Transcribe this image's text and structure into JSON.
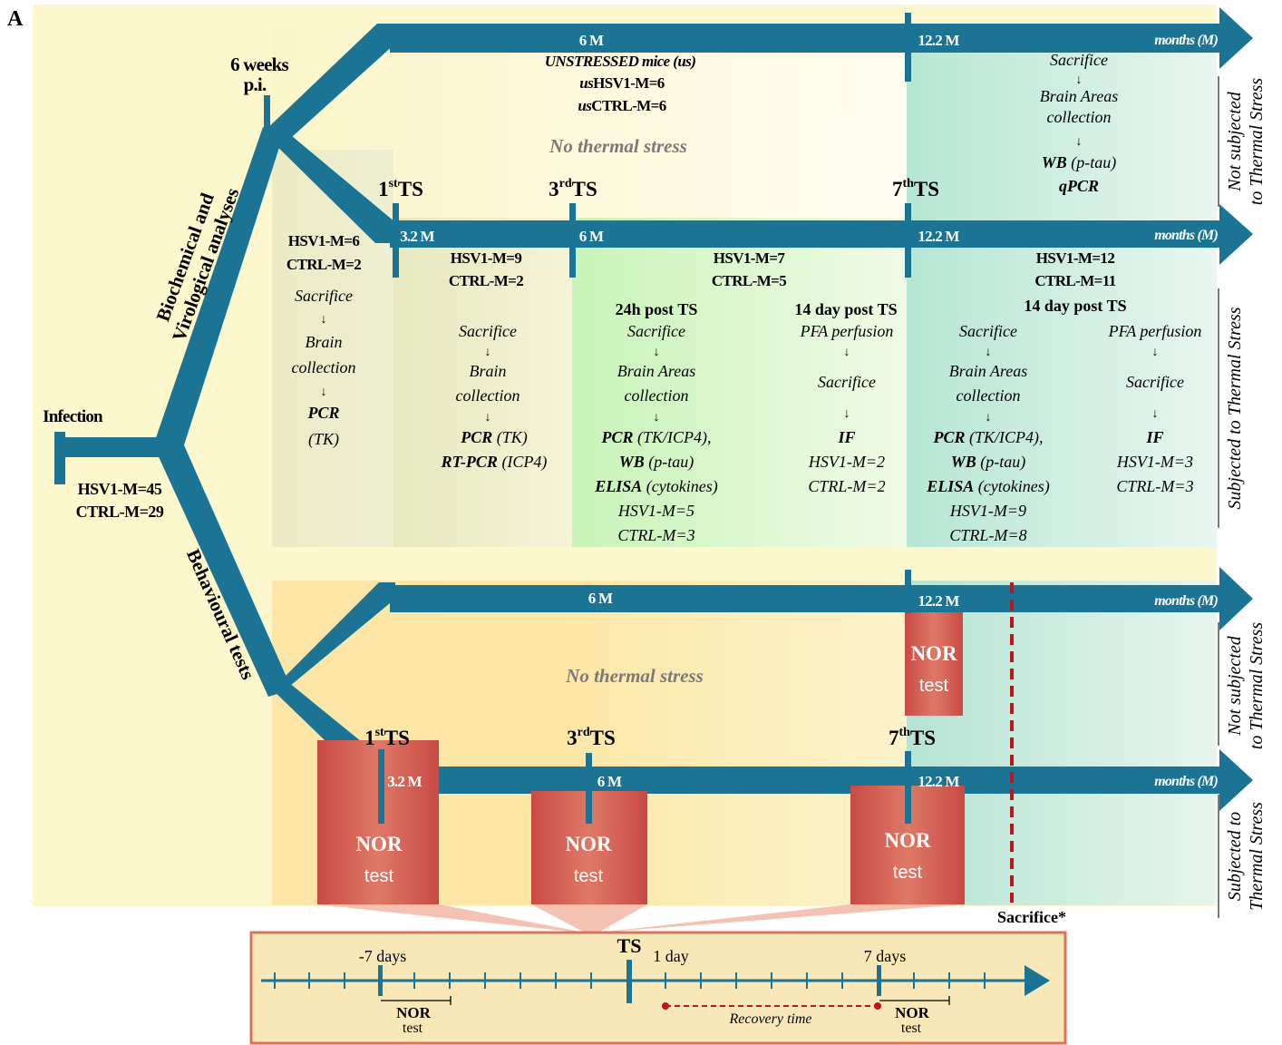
{
  "panel_letter": "A",
  "infection": {
    "label": "Infection",
    "n1": "HSV1-M=45",
    "n2": "CTRL-M=29"
  },
  "six_weeks": {
    "l1": "6 weeks",
    "l2": "p.i."
  },
  "branch_labels": {
    "bio_l1": "Biochemical and",
    "bio_l2": "Virological analyses",
    "behav": "Behavioural tests"
  },
  "axis": {
    "months": "months (M)",
    "m32": "3.2 M",
    "m6": "6 M",
    "m122": "12.2 M",
    "m6_top": "6 M",
    "m122_top": "12.2 M"
  },
  "ts": {
    "first_base": "1",
    "first_sup": "st",
    "third_base": "3",
    "third_sup": "rd",
    "seventh_base": "7",
    "seventh_sup": "th",
    "suffix": "TS"
  },
  "unstressed": {
    "title": "UNSTRESSED mice (us)",
    "us": "us",
    "hsv": "HSV1-M=6",
    "ctrl": "CTRL-M=6"
  },
  "no_stress": "No thermal stress",
  "top_right": {
    "sac": "Sacrifice",
    "arrow": "↓",
    "ba1": "Brain Areas",
    "ba2": "collection",
    "wb": "WB",
    "wb_rest": " (p-tau)",
    "qpcr": "qPCR"
  },
  "side_labels": {
    "not1": "Not subjected",
    "not2": "to Thermal Stress",
    "sub1": "Subjected to",
    "sub2": "Thermal Stress",
    "sub_long": "Subjected to Thermal Stress"
  },
  "col1": {
    "hsv": "HSV1-M=6",
    "ctrl": "CTRL-M=2",
    "sac": "Sacrifice",
    "b1": "Brain",
    "b2": "collection",
    "pcr": "PCR",
    "tk": "(TK)"
  },
  "col2": {
    "hsv": "HSV1-M=9",
    "ctrl": "CTRL-M=2",
    "sac": "Sacrifice",
    "b1": "Brain",
    "b2": "collection",
    "pcr": "PCR",
    "pcr_rest": " (TK)",
    "rtpcr": "RT-PCR",
    "rtpcr_rest": " (ICP4)"
  },
  "col3": {
    "hsv": "HSV1-M=7",
    "ctrl": "CTRL-M=5",
    "post24": "24h post TS",
    "sac": "Sacrifice",
    "ba1": "Brain Areas",
    "ba2": "collection",
    "pcr": "PCR",
    "pcr_rest": " (TK/ICP4),",
    "wb": "WB",
    "wb_rest": " (p-tau)",
    "elisa": "ELISA",
    "elisa_rest": " (cytokines)",
    "nh": "HSV1-M=5",
    "nc": "CTRL-M=3",
    "post14": "14 day post TS",
    "pfa": "PFA perfusion",
    "sac2": "Sacrifice",
    "if": "IF",
    "nh2": "HSV1-M=2",
    "nc2": "CTRL-M=2"
  },
  "col4": {
    "hsv": "HSV1-M=12",
    "ctrl": "CTRL-M=11",
    "post14": "14 day post TS",
    "sac": "Sacrifice",
    "ba1": "Brain Areas",
    "ba2": "collection",
    "pcr": "PCR",
    "pcr_rest": " (TK/ICP4),",
    "wb": "WB",
    "wb_rest": " (p-tau)",
    "elisa": "ELISA",
    "elisa_rest": " (cytokines)",
    "nh": "HSV1-M=9",
    "nc": "CTRL-M=8",
    "pfa": "PFA perfusion",
    "sac2": "Sacrifice",
    "if": "IF",
    "nh2": "HSV1-M=3",
    "nc2": "CTRL-M=3"
  },
  "nor": {
    "n": "NOR",
    "t": "test"
  },
  "sacrifice_star": "Sacrifice*",
  "inset": {
    "ts": "TS",
    "m7": "-7 days",
    "d1": "1 day",
    "d7": "7 days",
    "recovery": "Recovery time",
    "nor": "NOR",
    "test": "test"
  },
  "colors": {
    "teal": "#1b7493",
    "nor_red": "#d7645a",
    "dashed_red": "#c0141c",
    "inset_border": "#d8735e",
    "inset_bg": "#f8e8b8"
  }
}
